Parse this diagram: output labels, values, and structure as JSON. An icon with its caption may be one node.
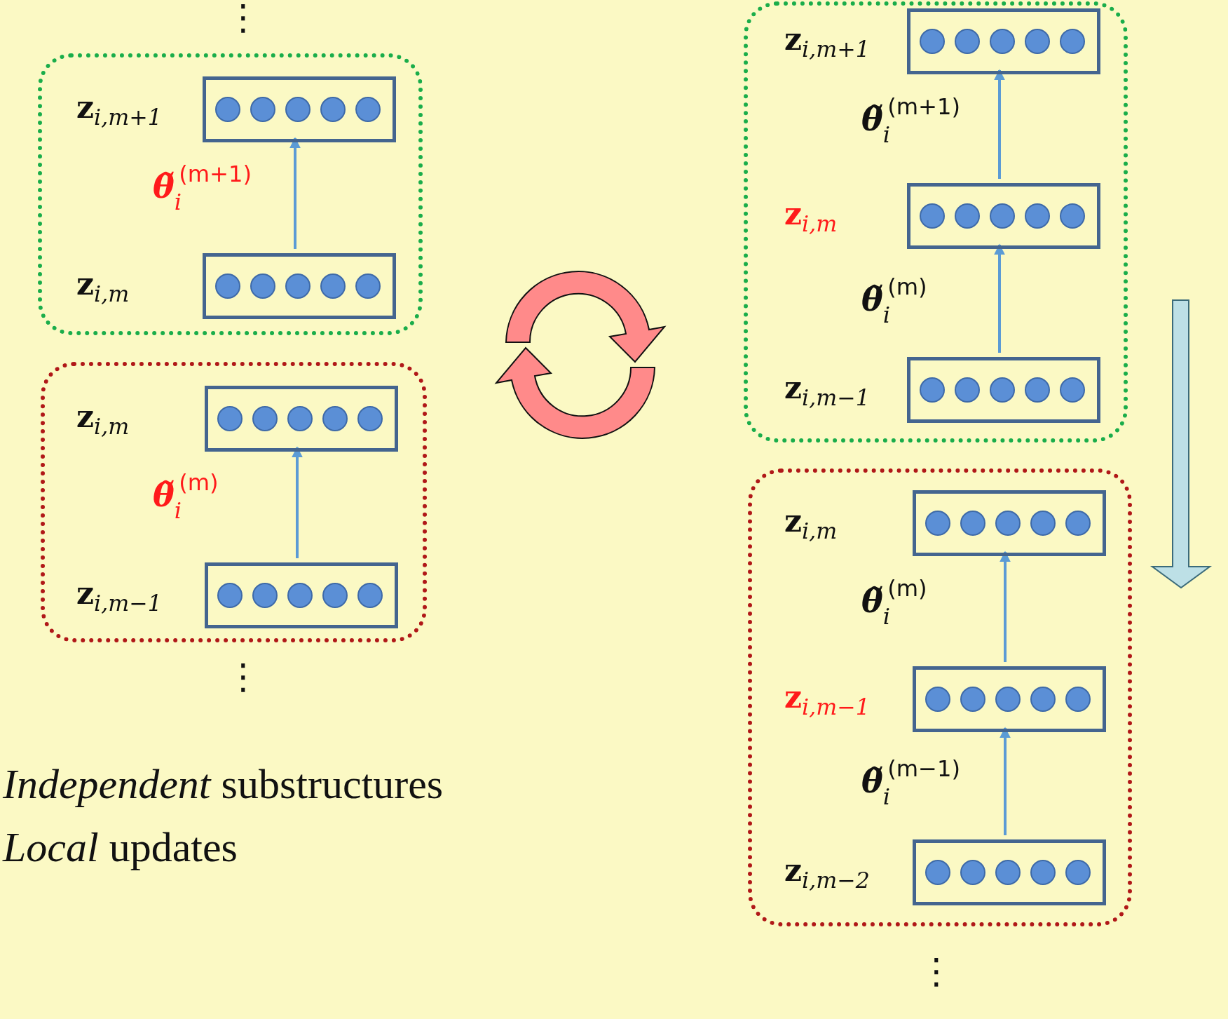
{
  "diagram": {
    "nodes": [
      {
        "text": [],
        "shape": "box"
      },
      {
        "text": [
          "**z**$_{i,m+1}$"
        ],
        "in": 0
      },
      {
        "text": [
          "**z**$_{i,m}$"
        ],
        "in": 0
      },
      {
        "text": [],
        "shape": "box"
      },
      {
        "text": [
          "**z**$_{i,m}$"
        ],
        "in": 3
      },
      {
        "text": [
          "**z**$_{i,m−1}$"
        ],
        "in": 3
      },
      {
        "text": [],
        "shape": "box"
      },
      {
        "text": [
          "**z**$_{i,m+1}$"
        ],
        "in": 6
      },
      {
        "text": [
          "**z**$_{i,m}$"
        ],
        "in": 6
      },
      {
        "text": [
          "**z**$_{i,m−1}$"
        ],
        "in": 6
      },
      {
        "text": [],
        "shape": "box"
      },
      {
        "text": [
          "**z**$_{i,m}$"
        ],
        "in": 10
      },
      {
        "text": [
          "**z**$_{i,m−1}$"
        ],
        "in": 10
      },
      {
        "text": [
          "**z**$_{i,m−2}$"
        ],
        "in": 10
      }
    ],
    "edges": [
      {
        "from": 2,
        "to": 1,
        "arrow": "to",
        "label": "**θ̃**$_{i}$$^{(m+1)}$"
      },
      {
        "from": 5,
        "to": 4,
        "arrow": "to",
        "label": "**θ̃**$_{i}$$^{(m)}$"
      },
      {
        "from": 8,
        "to": 7,
        "arrow": "to",
        "label": "**θ̃**$_{i}$$^{(m+1)}$"
      },
      {
        "from": 9,
        "to": 8,
        "arrow": "to",
        "label": "**θ̃**$_{i}$$^{(m)}$"
      },
      {
        "from": 12,
        "to": 11,
        "arrow": "to",
        "label": "**θ̃**$_{i}$$^{(m)}$"
      },
      {
        "from": 13,
        "to": 12,
        "arrow": "to",
        "label": "**θ̃**$_{i}$$^{(m−1)}$"
      }
    ],
    "labels": [
      "⋮",
      "⋮",
      "*Independent* substructures",
      "*Local* updates",
      "⋮"
    ]
  }
}
